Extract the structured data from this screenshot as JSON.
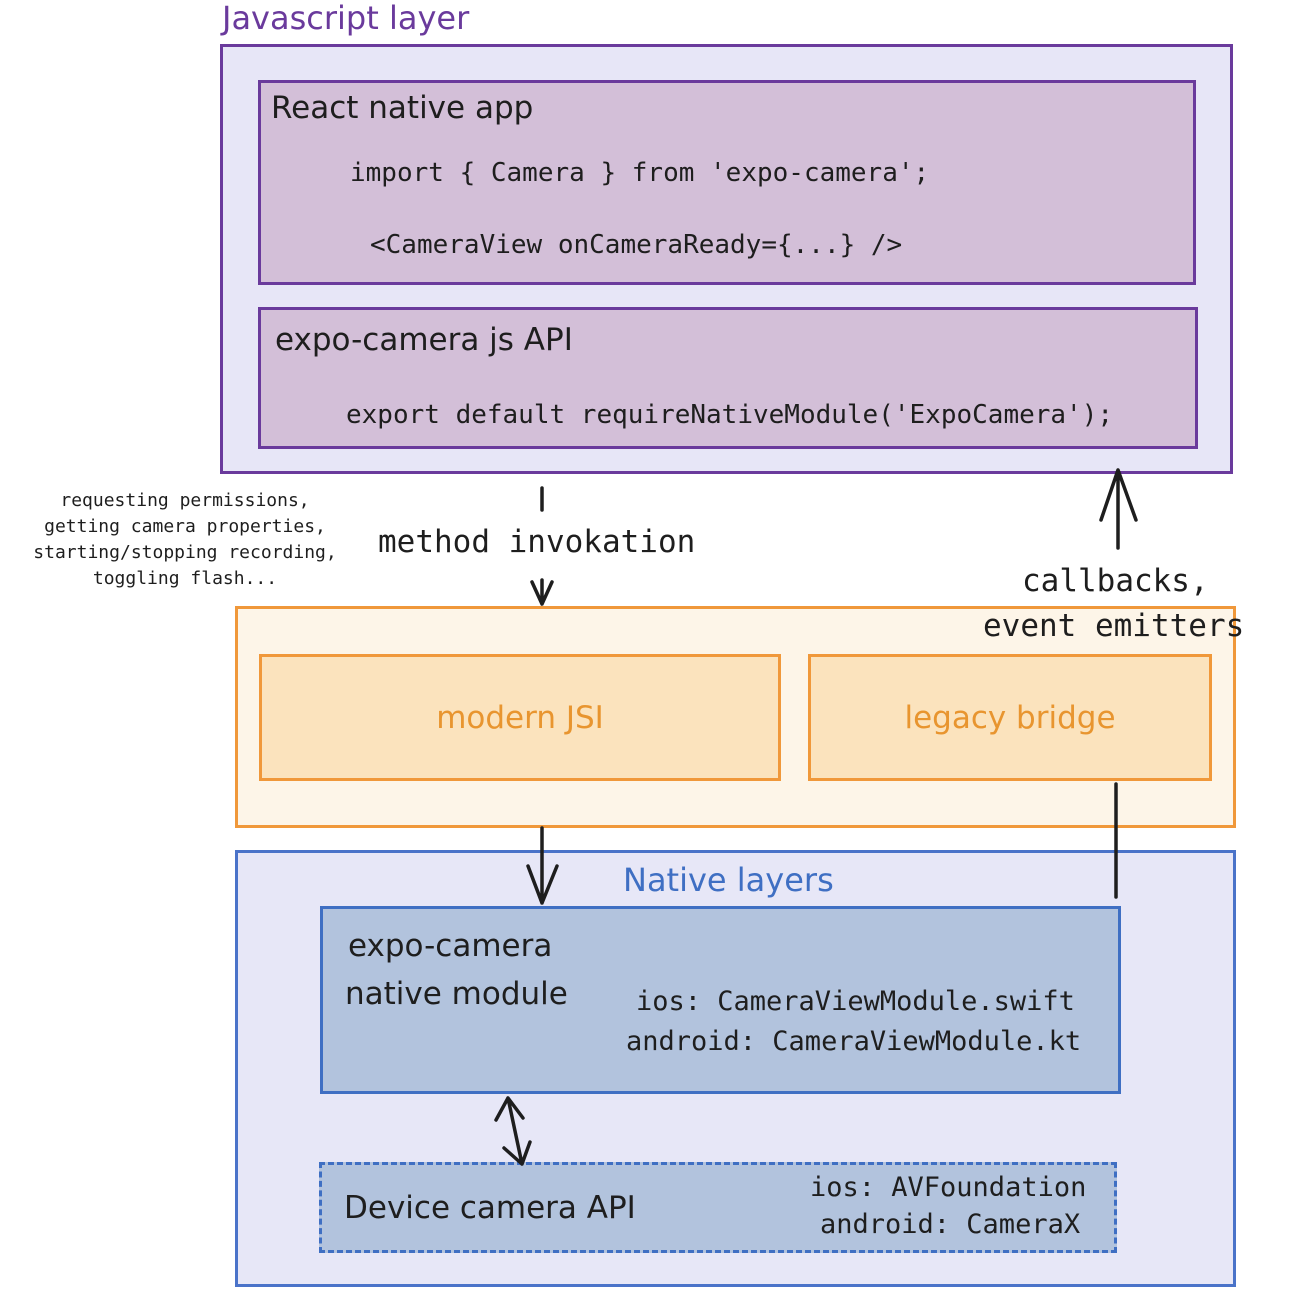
{
  "js_layer": {
    "title": "Javascript layer",
    "react_app": {
      "title": "React native app",
      "code_line_1": "import { Camera } from 'expo-camera';",
      "code_line_2": "<CameraView onCameraReady={...} />"
    },
    "js_api": {
      "title": "expo-camera js API",
      "code_line_1": "export default requireNativeModule('ExpoCamera');"
    }
  },
  "annotations": {
    "method_invocation": "method invokation",
    "callbacks_line_1": "callbacks,",
    "callbacks_line_2": "event emitters",
    "examples": [
      "requesting permissions,",
      "getting camera properties,",
      "starting/stopping recording,",
      "toggling flash..."
    ]
  },
  "bridge_layer": {
    "jsi_label": "modern JSI",
    "legacy_label": "legacy bridge"
  },
  "native_layer": {
    "title": "Native layers",
    "module": {
      "title_line_1": "expo-camera",
      "title_line_2": "native module",
      "ios": "ios: CameraViewModule.swift",
      "android": "android: CameraViewModule.kt"
    },
    "device": {
      "title": "Device camera API",
      "ios": "ios: AVFoundation",
      "android": "android: CameraX"
    }
  },
  "colors": {
    "js_border": "#6a3a9c",
    "js_fill": "#e7e6f7",
    "js_box_fill": "#d3bfd8",
    "bridge_border": "#f0983a",
    "bridge_fill": "#fdf5e8",
    "bridge_box_fill": "#fbe3bd",
    "native_border": "#4a73c9",
    "native_fill": "#e7e7f7",
    "native_box_fill": "#b2c3dd"
  }
}
